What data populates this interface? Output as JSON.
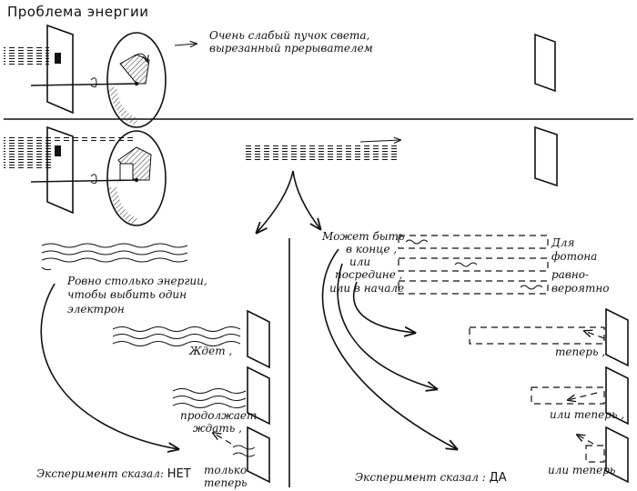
{
  "title": "Проблема энергии",
  "top": {
    "beam_note_line1": "Очень слабый пучок света,",
    "beam_note_line2": "вырезанный прерывателем"
  },
  "left": {
    "energy_note_line1": "Ровно столько энергии,",
    "energy_note_line2": "чтобы выбить один",
    "energy_note_line3": "электрон",
    "waits": "Ждет ,",
    "keeps_waiting_line1": "продолжает",
    "keeps_waiting_line2": "ждать ,",
    "only_now_line1": "только",
    "only_now_line2": "теперь",
    "verdict_prefix": "Эксперимент сказал:",
    "verdict_answer": "НЕТ"
  },
  "right": {
    "maybe_line1": "Может быть",
    "maybe_line2": "в конце ,",
    "or1": "или",
    "middle": "посредине ,",
    "or_start": "или в начале",
    "photon_line1": "Для",
    "photon_line2": "фотона",
    "photon_line3": "равно-",
    "photon_line4": "вероятно",
    "now": "теперь ,",
    "or_now1": "или теперь ,",
    "or_now2": "или теперь",
    "verdict_prefix": "Эксперимент сказал :",
    "verdict_answer": "ДА"
  }
}
